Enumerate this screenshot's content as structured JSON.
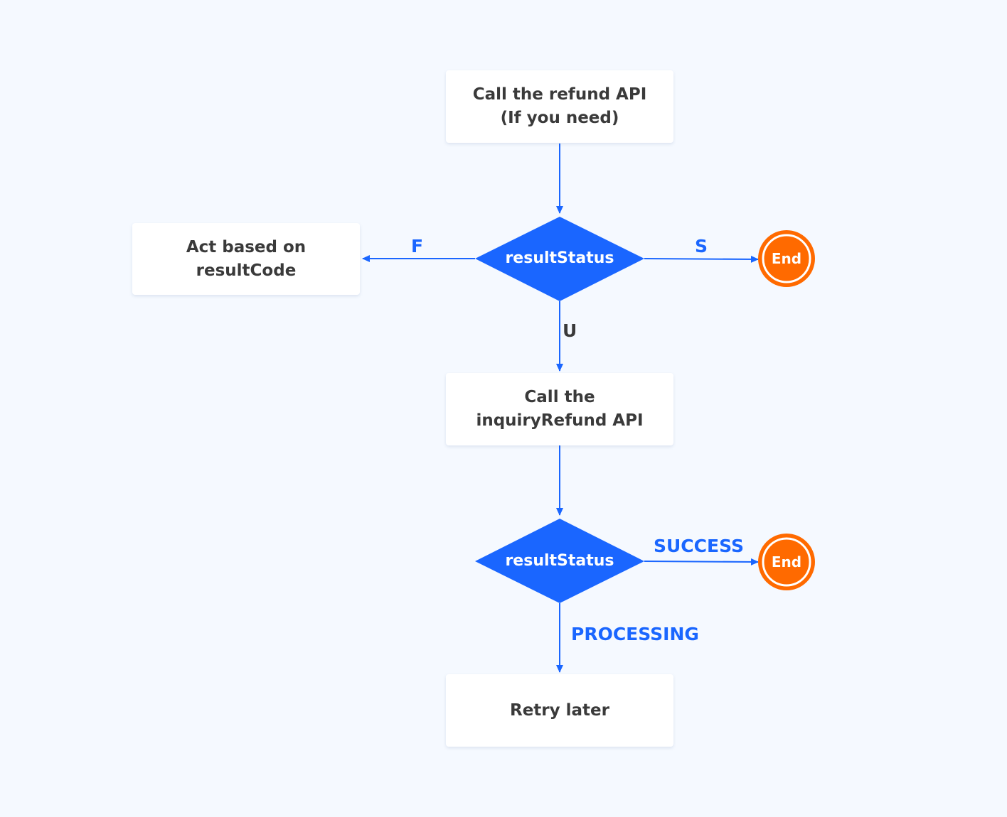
{
  "nodes": {
    "call_refund": {
      "line1": "Call the refund API",
      "line2": "(If you need)"
    },
    "act_on_code": {
      "line1": "Act based on",
      "line2": "resultCode"
    },
    "call_inquiry": {
      "line1": "Call the",
      "line2": "inquiryRefund API"
    },
    "retry_later": {
      "label": "Retry later"
    },
    "decision_1": {
      "label": "resultStatus"
    },
    "decision_2": {
      "label": "resultStatus"
    },
    "end_1": {
      "label": "End"
    },
    "end_2": {
      "label": "End"
    }
  },
  "edges": {
    "f": "F",
    "s": "S",
    "u": "U",
    "success": "SUCCESS",
    "processing": "PROCESSING"
  },
  "colors": {
    "accent": "#1a66ff",
    "end": "#ff6a00",
    "text": "#3a3a3a",
    "background": "#f5f9ff"
  }
}
